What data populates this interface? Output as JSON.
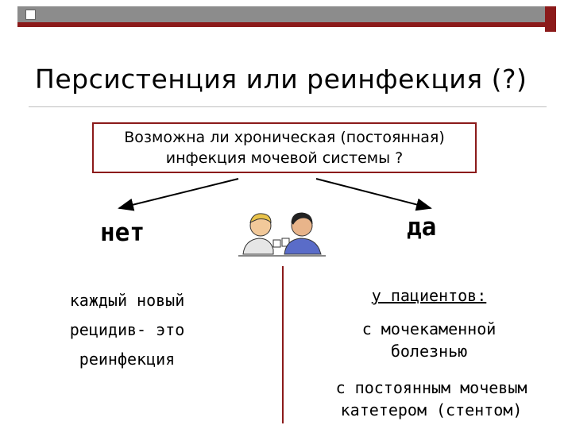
{
  "slide": {
    "title": "Персистенция или реинфекция (?)",
    "question": {
      "line1": "Возможна ли хроническая (постоянная)",
      "line2": "инфекция мочевой системы ?"
    },
    "no": {
      "label": "нет",
      "lines": [
        "каждый новый",
        "рецидив- это",
        "реинфекция"
      ]
    },
    "yes": {
      "label": "да",
      "heading": "у пациентов:",
      "item1": [
        "с мочекаменной",
        "болезнью"
      ],
      "item2": [
        "с постоянным мочевым",
        "катетером (стентом)"
      ]
    }
  },
  "colors": {
    "accent": "#8b1a1a",
    "bar": "#8c8c8c"
  },
  "icons": [
    "two-people-talking-icon"
  ]
}
